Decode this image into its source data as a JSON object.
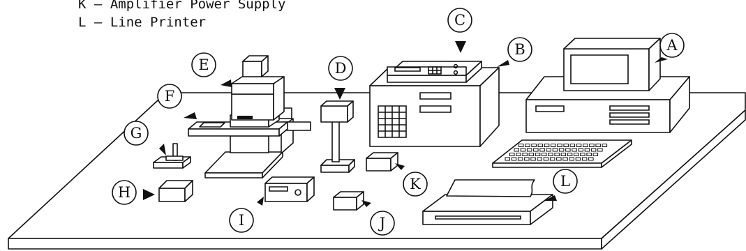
{
  "legend": [
    {
      "key": "K",
      "dash": "–",
      "text": "Amplifier Power Supply"
    },
    {
      "key": "L",
      "dash": "–",
      "text": "Line Printer"
    }
  ],
  "labels": {
    "A": "A",
    "B": "B",
    "C": "C",
    "D": "D",
    "E": "E",
    "F": "F",
    "G": "G",
    "H": "H",
    "I": "I",
    "J": "J",
    "K": "K",
    "L": "L"
  }
}
